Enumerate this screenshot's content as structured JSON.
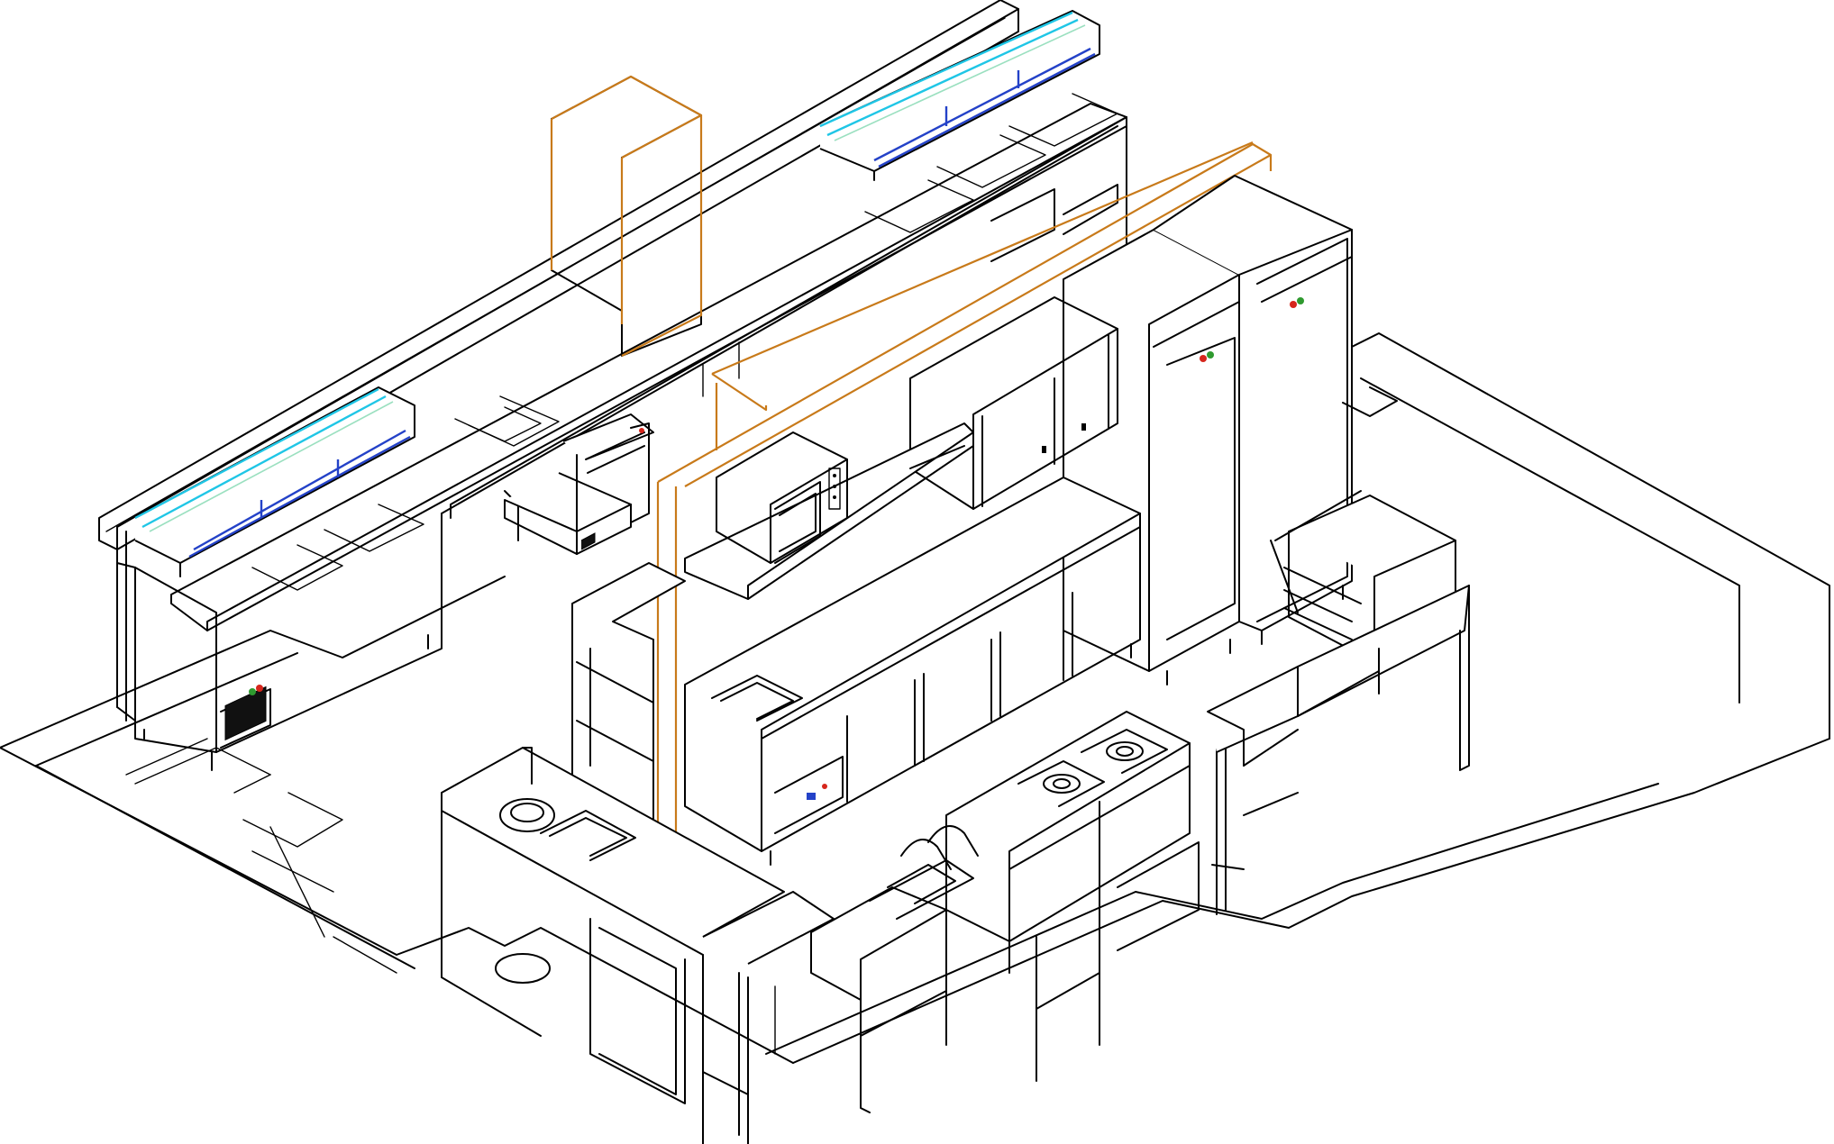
{
  "figure": {
    "kind": "isometric line drawing of a commercial kitchen layout",
    "background_color": "#ffffff",
    "line_color": "#000000",
    "duct_color": "#c87a1a",
    "heat_lamp_colors": [
      "#1fc6e6",
      "#2442c8",
      "#9be0c0"
    ],
    "indicator_colors": [
      "#d6261c",
      "#2f9a2f",
      "#2442c8"
    ]
  },
  "components": [
    "floor-outline",
    "serving-counter-upper",
    "heat-lamp-left",
    "heat-lamp-right",
    "exhaust-column",
    "exhaust-duct",
    "hand-sink",
    "dishwasher",
    "wall-cabinet",
    "microwave",
    "wall-shelf",
    "refrigerator-left",
    "refrigerator-right",
    "prep-counter",
    "drawer-unit",
    "corner-counter",
    "gas-range",
    "fryer",
    "combi-oven",
    "side-table"
  ]
}
